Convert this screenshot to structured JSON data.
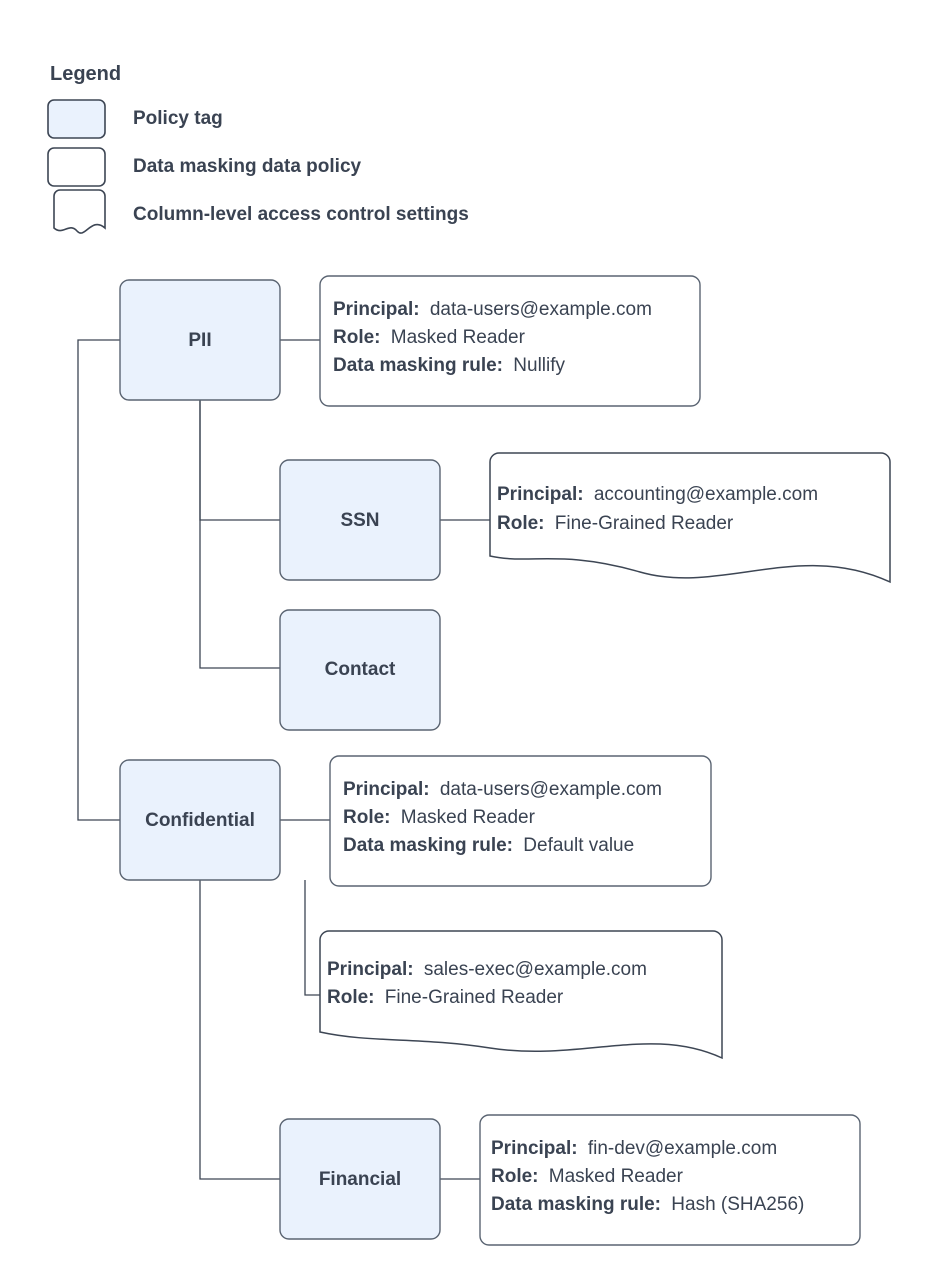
{
  "legend": {
    "title": "Legend",
    "items": [
      {
        "label": "Policy tag",
        "swatch": "rounded-rect-blue"
      },
      {
        "label": "Data masking data policy",
        "swatch": "rounded-rect-white"
      },
      {
        "label": "Column-level access control settings",
        "swatch": "wavy-bottom-rect"
      }
    ]
  },
  "nodes": [
    {
      "id": "pii",
      "label": "PII"
    },
    {
      "id": "ssn",
      "label": "SSN"
    },
    {
      "id": "contact",
      "label": "Contact"
    },
    {
      "id": "confidential",
      "label": "Confidential"
    },
    {
      "id": "financial",
      "label": "Financial"
    }
  ],
  "annotations": [
    {
      "id": "pii-policy",
      "shape": "rounded-rect",
      "attached_to": "PII",
      "lines": [
        {
          "key": "Principal:",
          "value": "data-users@example.com"
        },
        {
          "key": "Role:",
          "value": "Masked Reader"
        },
        {
          "key": "Data masking rule:",
          "value": "Nullify"
        }
      ]
    },
    {
      "id": "ssn-access",
      "shape": "wavy-bottom",
      "attached_to": "SSN",
      "lines": [
        {
          "key": "Principal:",
          "value": "accounting@example.com"
        },
        {
          "key": "Role:",
          "value": "Fine-Grained Reader"
        }
      ]
    },
    {
      "id": "confidential-policy",
      "shape": "rounded-rect",
      "attached_to": "Confidential",
      "lines": [
        {
          "key": "Principal:",
          "value": "data-users@example.com"
        },
        {
          "key": "Role:",
          "value": "Masked Reader"
        },
        {
          "key": "Data masking rule:",
          "value": "Default value"
        }
      ]
    },
    {
      "id": "confidential-access",
      "shape": "wavy-bottom",
      "attached_to": "Confidential",
      "lines": [
        {
          "key": "Principal:",
          "value": "sales-exec@example.com"
        },
        {
          "key": "Role:",
          "value": "Fine-Grained Reader"
        }
      ]
    },
    {
      "id": "financial-policy",
      "shape": "rounded-rect",
      "attached_to": "Financial",
      "lines": [
        {
          "key": "Principal:",
          "value": "fin-dev@example.com"
        },
        {
          "key": "Role:",
          "value": "Masked Reader"
        },
        {
          "key": "Data masking rule:",
          "value": "Hash (SHA256)"
        }
      ]
    }
  ],
  "colors": {
    "policy_tag_fill": "#eaf2fd",
    "shape_stroke": "#3d4654",
    "text": "#3a4352",
    "background": "#ffffff"
  }
}
